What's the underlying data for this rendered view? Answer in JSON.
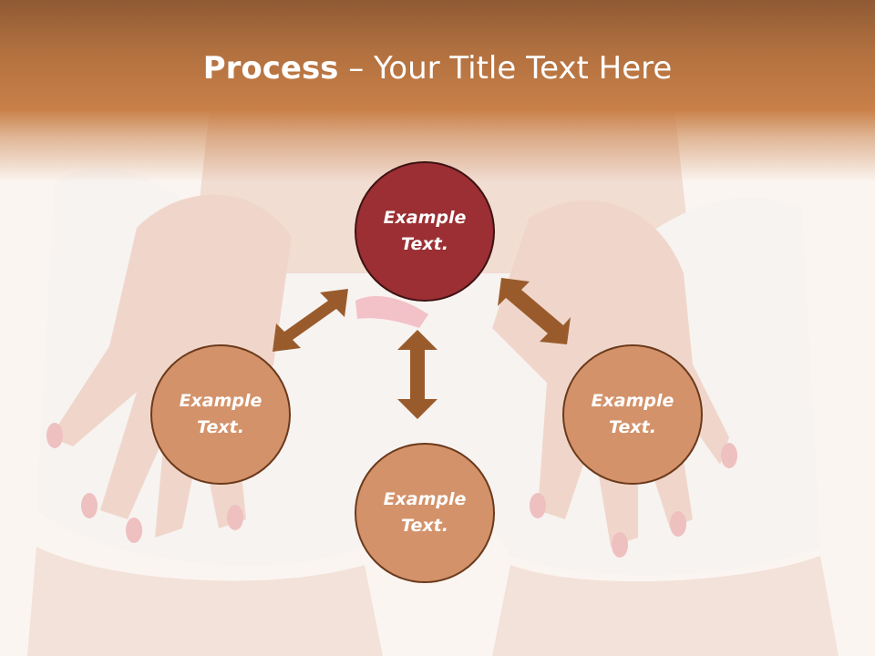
{
  "title": {
    "bold": "Process",
    "rest": " – Your Title Text Here"
  },
  "nodes": {
    "top": "Example Text.",
    "left": "Example Text.",
    "right": "Example Text.",
    "bottom": "Example Text."
  },
  "colors": {
    "header": "#b1703f",
    "center_node": "#9b2f33",
    "outer_node": "#d3926a",
    "arrow": "#9a5b2c"
  },
  "icons": {
    "arrows": "double-headed-arrow"
  }
}
